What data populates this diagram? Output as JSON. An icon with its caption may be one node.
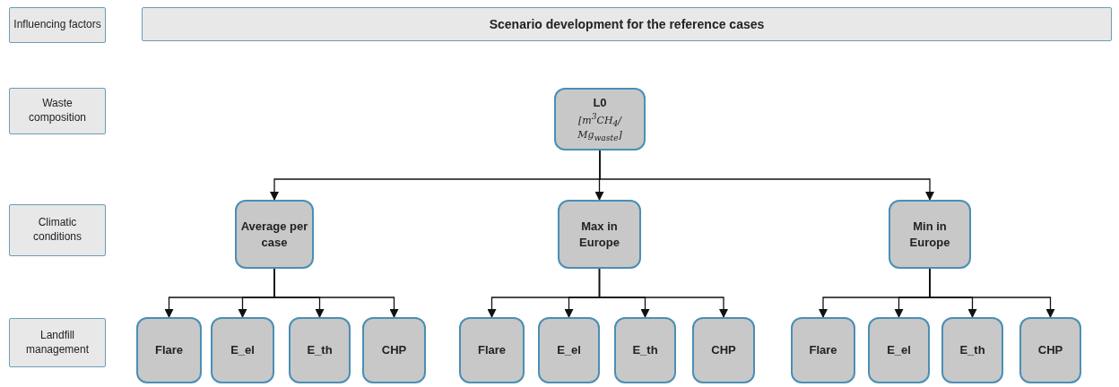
{
  "diagram": {
    "nodes": [
      {
        "text": [
          "Influencing factors"
        ]
      },
      {
        "text": [
          "Scenario development for the reference cases"
        ]
      },
      {
        "text": [
          "Waste composition"
        ]
      },
      {
        "text": [
          "L0",
          "[m$^{3}$CH$_{4}$/ Mg$_{waste}$]"
        ]
      },
      {
        "text": [
          "Climatic conditions"
        ]
      },
      {
        "text": [
          "Average per case"
        ]
      },
      {
        "text": [
          "Max in Europe"
        ]
      },
      {
        "text": [
          "Min in Europe"
        ]
      },
      {
        "text": [
          "Landfill management"
        ]
      },
      {
        "text": [
          "Flare"
        ]
      },
      {
        "text": [
          "E_el"
        ]
      },
      {
        "text": [
          "E_th"
        ]
      },
      {
        "text": [
          "CHP"
        ]
      },
      {
        "text": [
          "Flare"
        ]
      },
      {
        "text": [
          "E_el"
        ]
      },
      {
        "text": [
          "E_th"
        ]
      },
      {
        "text": [
          "CHP"
        ]
      },
      {
        "text": [
          "Flare"
        ]
      },
      {
        "text": [
          "E_el"
        ]
      },
      {
        "text": [
          "E_th"
        ]
      },
      {
        "text": [
          "CHP"
        ]
      }
    ],
    "edges": [
      {
        "from": 3,
        "to": 5,
        "arrow": "to"
      },
      {
        "from": 3,
        "to": 6,
        "arrow": "to"
      },
      {
        "from": 3,
        "to": 7,
        "arrow": "to"
      },
      {
        "from": 5,
        "to": 9,
        "arrow": "to"
      },
      {
        "from": 5,
        "to": 10,
        "arrow": "to"
      },
      {
        "from": 5,
        "to": 11,
        "arrow": "to"
      },
      {
        "from": 5,
        "to": 12,
        "arrow": "to"
      },
      {
        "from": 6,
        "to": 13,
        "arrow": "to"
      },
      {
        "from": 6,
        "to": 14,
        "arrow": "to"
      },
      {
        "from": 6,
        "to": 15,
        "arrow": "to"
      },
      {
        "from": 6,
        "to": 16,
        "arrow": "to"
      },
      {
        "from": 7,
        "to": 17,
        "arrow": "to"
      },
      {
        "from": 7,
        "to": 18,
        "arrow": "to"
      },
      {
        "from": 7,
        "to": 19,
        "arrow": "to"
      },
      {
        "from": 7,
        "to": 20,
        "arrow": "to"
      }
    ]
  }
}
